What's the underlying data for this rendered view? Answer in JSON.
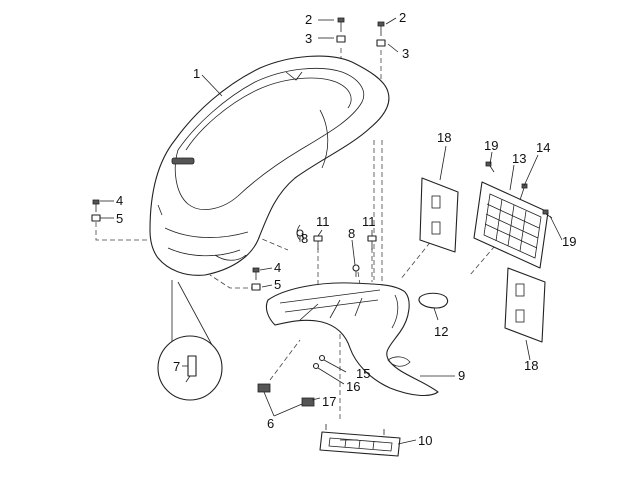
{
  "callouts": [
    "1",
    "2",
    "2",
    "3",
    "3",
    "4",
    "5",
    "4",
    "5",
    "6",
    "7",
    "8",
    "8",
    "9",
    "10",
    "11",
    "11",
    "12",
    "13",
    "14",
    "15",
    "16",
    "17",
    "18",
    "18",
    "19",
    "19"
  ]
}
